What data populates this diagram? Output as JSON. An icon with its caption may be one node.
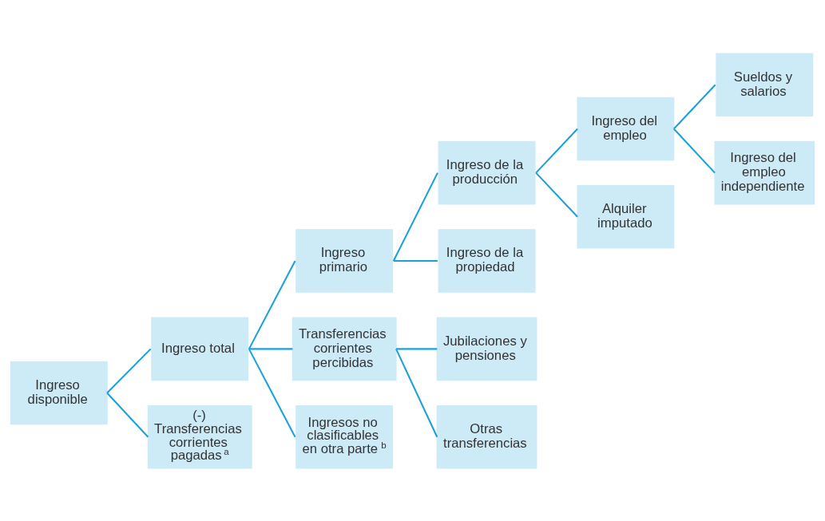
{
  "diagram": {
    "nodes": [
      {
        "text": [
          "Ingreso disponible"
        ]
      },
      {
        "text": [
          "Ingreso total"
        ]
      },
      {
        "text": [
          "(-) Transferencias corrientes pagadas$^{a}$"
        ]
      },
      {
        "text": [
          "Ingreso primario"
        ]
      },
      {
        "text": [
          "Transferencias corrientes percibidas"
        ]
      },
      {
        "text": [
          "Ingresos no clasificables en otra parte$^{b}$"
        ]
      },
      {
        "text": [
          "Ingreso de la producción"
        ]
      },
      {
        "text": [
          "Ingreso de la propiedad"
        ]
      },
      {
        "text": [
          "Jubilaciones y pensiones"
        ]
      },
      {
        "text": [
          "Otras transferencias"
        ]
      },
      {
        "text": [
          "Ingreso del empleo"
        ]
      },
      {
        "text": [
          "Alquiler imputado"
        ]
      },
      {
        "text": [
          "Sueldos y salarios"
        ]
      },
      {
        "text": [
          "Ingreso del empleo independiente"
        ]
      }
    ],
    "edges": [
      {
        "from": 0,
        "to": 1,
        "arrow": "none"
      },
      {
        "from": 0,
        "to": 2,
        "arrow": "none"
      },
      {
        "from": 1,
        "to": 3,
        "arrow": "none"
      },
      {
        "from": 1,
        "to": 4,
        "arrow": "none"
      },
      {
        "from": 1,
        "to": 5,
        "arrow": "none"
      },
      {
        "from": 3,
        "to": 6,
        "arrow": "none"
      },
      {
        "from": 3,
        "to": 7,
        "arrow": "none"
      },
      {
        "from": 4,
        "to": 8,
        "arrow": "none"
      },
      {
        "from": 4,
        "to": 9,
        "arrow": "none"
      },
      {
        "from": 6,
        "to": 10,
        "arrow": "none"
      },
      {
        "from": 6,
        "to": 11,
        "arrow": "none"
      },
      {
        "from": 10,
        "to": 12,
        "arrow": "none"
      },
      {
        "from": 10,
        "to": 13,
        "arrow": "none"
      }
    ]
  }
}
